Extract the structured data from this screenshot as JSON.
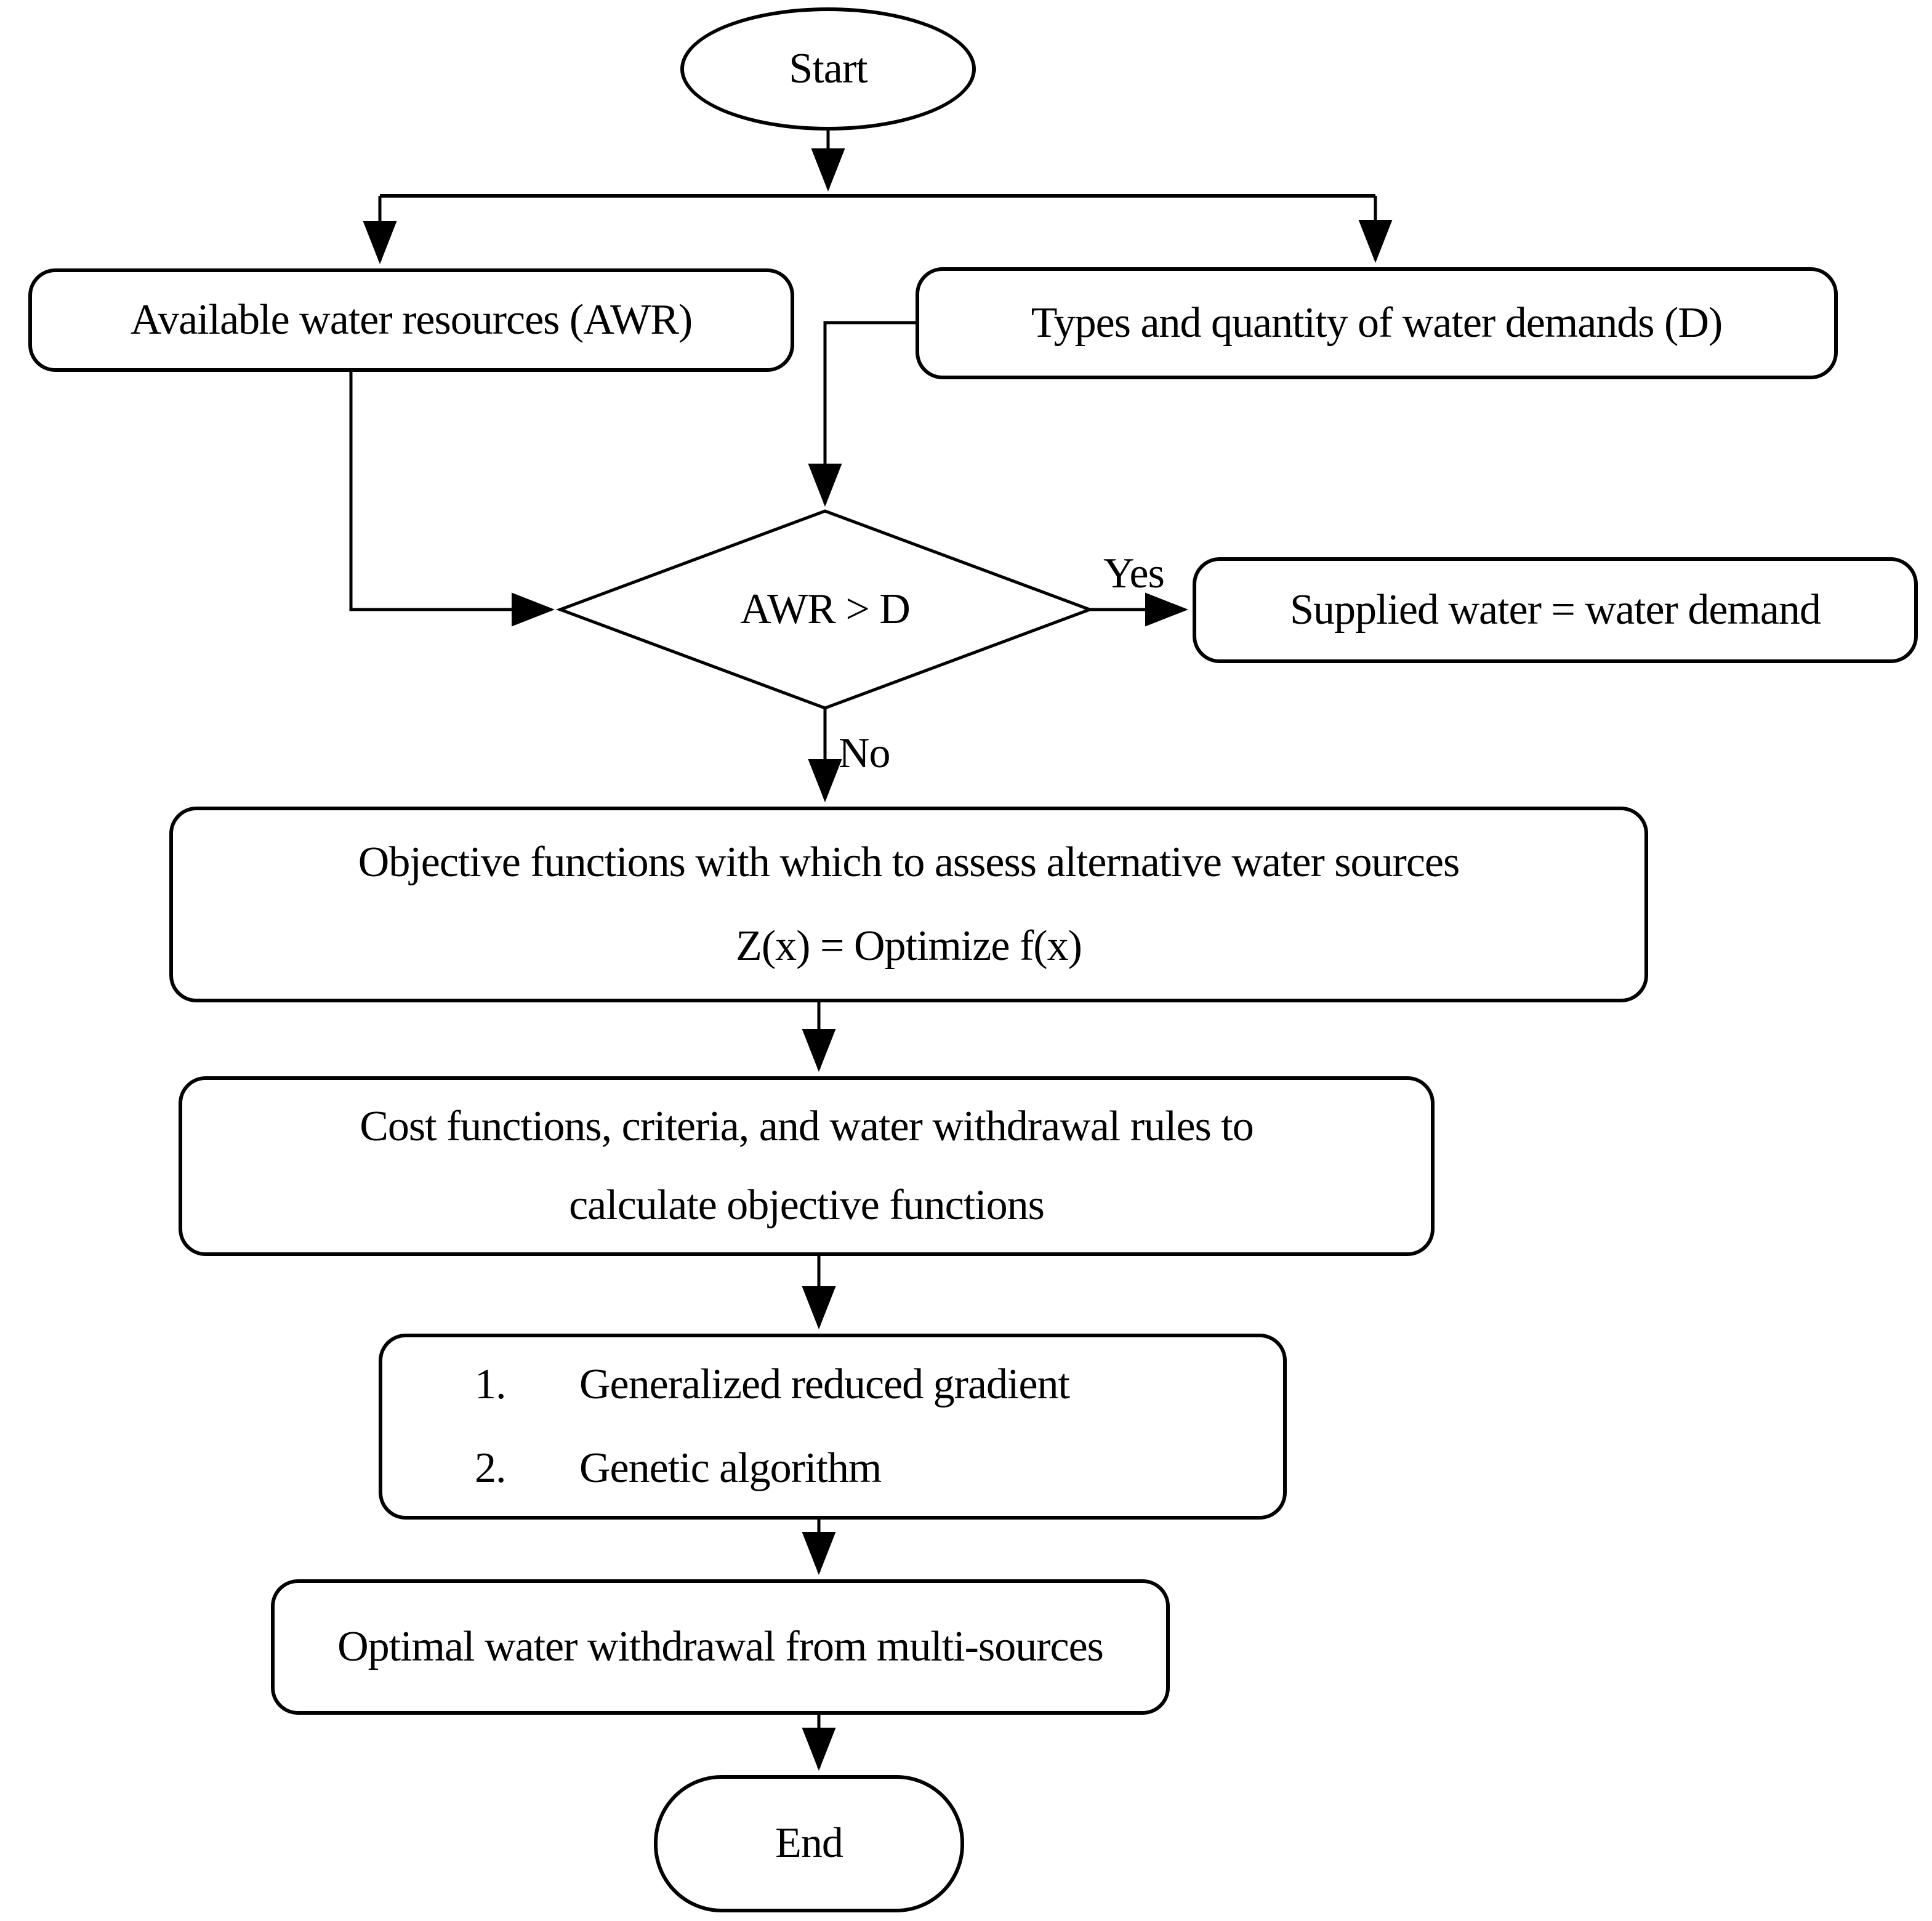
{
  "diagram": {
    "nodes": {
      "start": {
        "label": "Start"
      },
      "awr": {
        "label": "Available water resources (AWR)"
      },
      "demand": {
        "label": "Types and quantity of water demands (D)"
      },
      "decision": {
        "label": "AWR > D"
      },
      "supplied": {
        "label": "Supplied water = water demand"
      },
      "objective": {
        "line1": "Objective functions with which to assess alternative water sources",
        "line2": "Z(x) = Optimize f(x)"
      },
      "cost": {
        "line1": "Cost functions, criteria, and water withdrawal rules to",
        "line2": "calculate objective functions"
      },
      "methods": {
        "items": [
          {
            "num": "1.",
            "text": "Generalized reduced gradient"
          },
          {
            "num": "2.",
            "text": "Genetic algorithm"
          }
        ]
      },
      "optimal": {
        "label": "Optimal water withdrawal from multi-sources"
      },
      "end": {
        "label": "End"
      }
    },
    "edges": {
      "yes_label": "Yes",
      "no_label": "No"
    },
    "colors": {
      "line": "#000000",
      "node_fill": "#ffffff",
      "background": "#ffffff",
      "text": "#000000"
    }
  }
}
